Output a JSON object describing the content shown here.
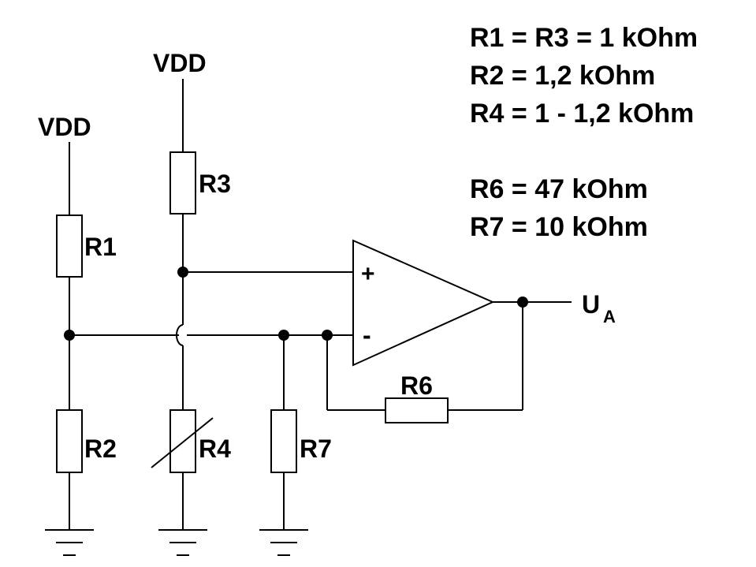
{
  "supply_labels": {
    "left": "VDD",
    "middle": "VDD"
  },
  "resistors": {
    "r1": "R1",
    "r2": "R2",
    "r3": "R3",
    "r4": "R4",
    "r6": "R6",
    "r7": "R7"
  },
  "opamp": {
    "plus": "+",
    "minus": "-"
  },
  "output": {
    "main": "U",
    "sub": "A"
  },
  "notes": [
    "R1 = R3 = 1 kOhm",
    "R2 = 1,2 kOhm",
    "R4 = 1 - 1,2 kOhm",
    "",
    "R6 = 47 kOhm",
    "R7 = 10 kOhm"
  ]
}
